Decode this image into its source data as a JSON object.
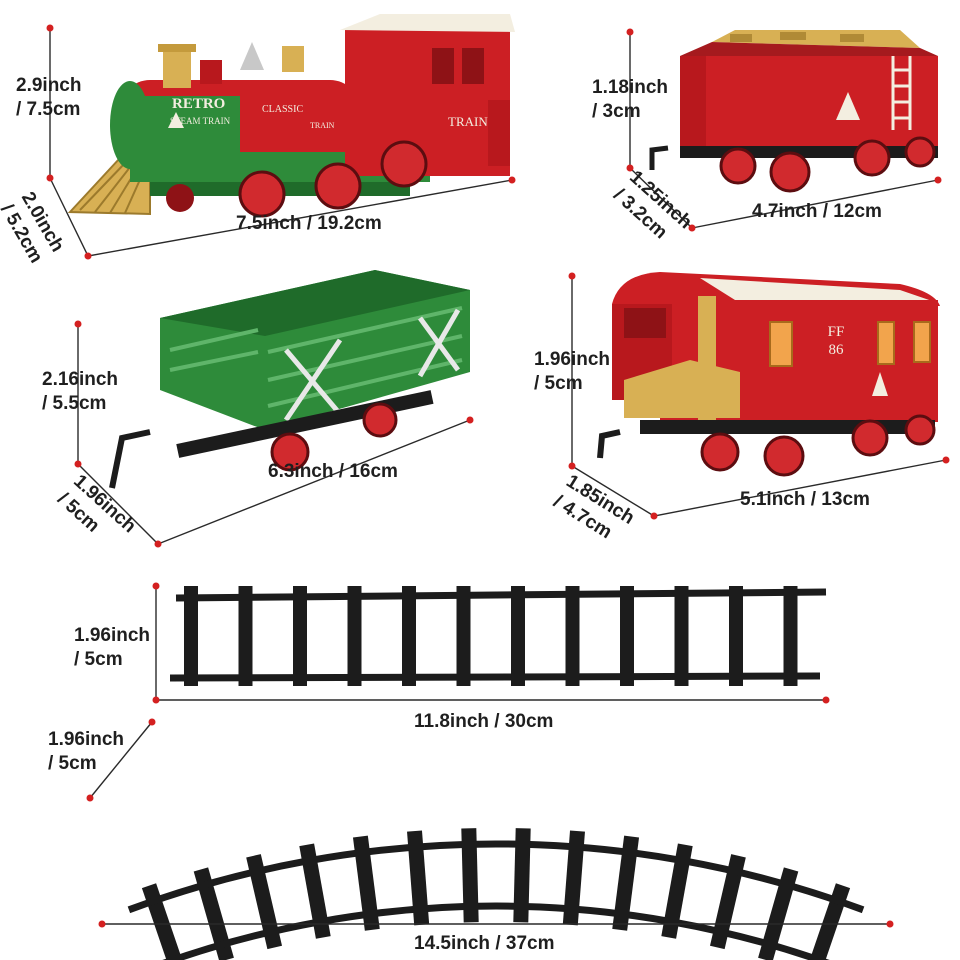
{
  "colors": {
    "red": "#cc1f24",
    "dark_red": "#8e1216",
    "green": "#2e8b3a",
    "dark_green": "#1f6b2a",
    "gold": "#d8b054",
    "cream": "#f3eee0",
    "track_black": "#1c1c1c",
    "dimension_line": "#2a2a2a",
    "dimension_dot": "#d42020"
  },
  "locomotive": {
    "markings": {
      "retro": "RETRO",
      "steam_train": "STEAM TRAIN",
      "classic": "CLASSIC",
      "train_small": "TRAIN",
      "train_cab": "TRAIN"
    },
    "height": "2.9inch\n/ 7.5cm",
    "width": "2.0inch\n/ 5.2cm",
    "length": "7.5inch / 19.2cm"
  },
  "coal_car": {
    "height": "1.18inch\n/ 3cm",
    "width": "1.25inch\n/ 3.2cm",
    "length": "4.7inch / 12cm"
  },
  "open_car": {
    "height": "2.16inch\n/ 5.5cm",
    "width": "1.96inch\n/ 5cm",
    "length": "6.3inch / 16cm"
  },
  "caboose": {
    "marking": "FF\n86",
    "height": "1.96inch\n/ 5cm",
    "width": "1.85inch\n/ 4.7cm",
    "length": "5.1inch / 13cm"
  },
  "straight_track": {
    "height": "1.96inch\n/ 5cm",
    "length": "11.8inch / 30cm"
  },
  "curved_track": {
    "height": "1.96inch\n/ 5cm",
    "length": "14.5inch / 37cm"
  }
}
